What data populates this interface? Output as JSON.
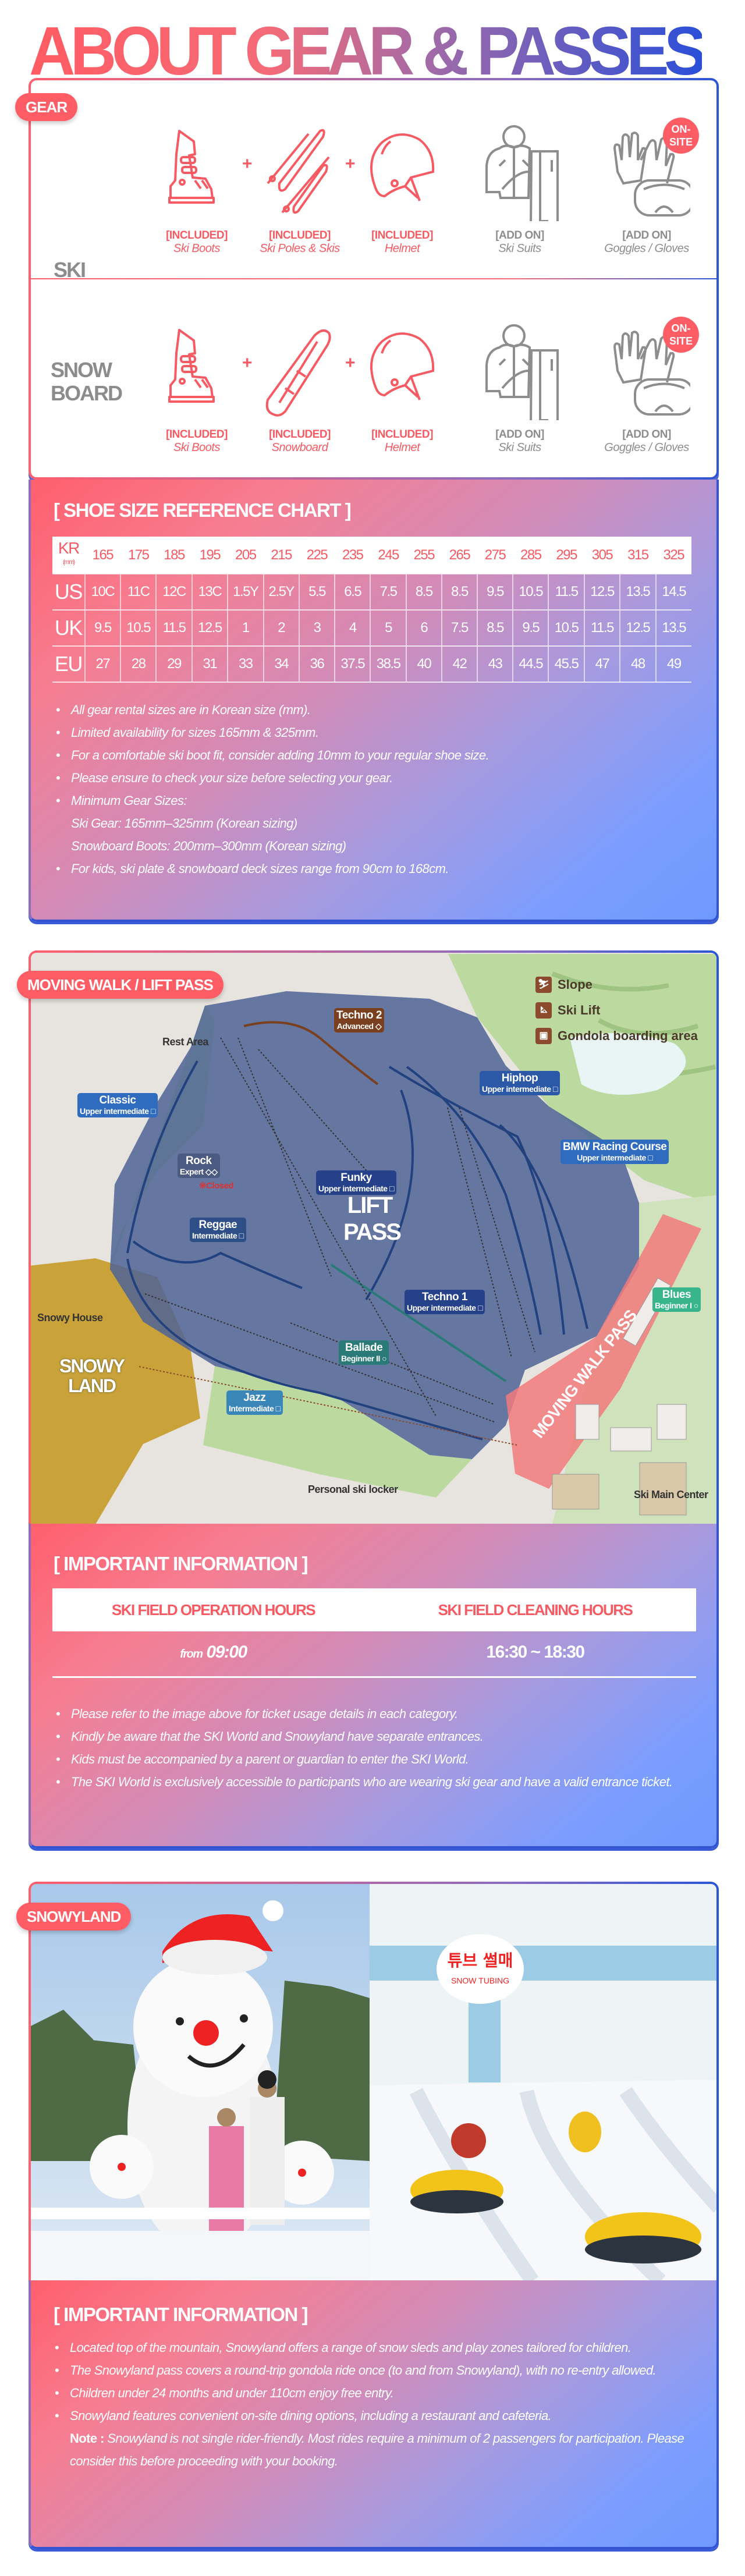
{
  "title": "ABOUT GEAR & PASSES",
  "gear": {
    "badge": "GEAR",
    "rows": [
      {
        "label": "SKI",
        "items": [
          {
            "icon": "ski-boots-icon",
            "tag": "[INCLUDED]",
            "name": "Ski Boots",
            "type": "included"
          },
          {
            "icon": "ski-poles-skis-icon",
            "tag": "[INCLUDED]",
            "name": "Ski Poles & Skis",
            "type": "included"
          },
          {
            "icon": "helmet-icon",
            "tag": "[INCLUDED]",
            "name": "Helmet",
            "type": "included"
          },
          {
            "icon": "ski-suit-icon",
            "tag": "[ADD ON]",
            "name": "Ski Suits",
            "type": "addon"
          },
          {
            "icon": "goggles-gloves-icon",
            "tag": "[ADD ON]",
            "name": "Goggles / Gloves",
            "type": "addon",
            "badge": "ON-SITE"
          }
        ]
      },
      {
        "label_line1": "SNOW",
        "label_line2": "BOARD",
        "items": [
          {
            "icon": "ski-boots-icon",
            "tag": "[INCLUDED]",
            "name": "Ski Boots",
            "type": "included"
          },
          {
            "icon": "snowboard-icon",
            "tag": "[INCLUDED]",
            "name": "Snowboard",
            "type": "included"
          },
          {
            "icon": "helmet-icon",
            "tag": "[INCLUDED]",
            "name": "Helmet",
            "type": "included"
          },
          {
            "icon": "ski-suit-icon",
            "tag": "[ADD ON]",
            "name": "Ski Suits",
            "type": "addon"
          },
          {
            "icon": "goggles-gloves-icon",
            "tag": "[ADD ON]",
            "name": "Goggles / Gloves",
            "type": "addon",
            "badge": "ON-SITE"
          }
        ]
      }
    ],
    "plus": "+"
  },
  "shoe_chart": {
    "title": "[ SHOE SIZE REFERENCE CHART ]",
    "kr_label": "KR",
    "kr_unit": "(mm)",
    "kr": [
      "165",
      "175",
      "185",
      "195",
      "205",
      "215",
      "225",
      "235",
      "245",
      "255",
      "265",
      "275",
      "285",
      "295",
      "305",
      "315",
      "325"
    ],
    "rows": [
      {
        "label": "US",
        "values": [
          "10C",
          "11C",
          "12C",
          "13C",
          "1.5Y",
          "2.5Y",
          "5.5",
          "6.5",
          "7.5",
          "8.5",
          "8.5",
          "9.5",
          "10.5",
          "11.5",
          "12.5",
          "13.5",
          "14.5"
        ]
      },
      {
        "label": "UK",
        "values": [
          "9.5",
          "10.5",
          "11.5",
          "12.5",
          "1",
          "2",
          "3",
          "4",
          "5",
          "6",
          "7.5",
          "8.5",
          "9.5",
          "10.5",
          "11.5",
          "12.5",
          "13.5"
        ]
      },
      {
        "label": "EU",
        "values": [
          "27",
          "28",
          "29",
          "31",
          "33",
          "34",
          "36",
          "37.5",
          "38.5",
          "40",
          "42",
          "43",
          "44.5",
          "45.5",
          "47",
          "48",
          "49"
        ]
      }
    ],
    "notes": [
      "All gear rental sizes are in Korean size (mm).",
      "Limited availability for sizes 165mm & 325mm.",
      "For a comfortable ski boot fit, consider adding 10mm to your regular shoe size.",
      "Please ensure to check your size before selecting your gear.",
      "Minimum Gear Sizes:"
    ],
    "sub_notes": [
      "Ski Gear: 165mm–325mm (Korean sizing)",
      "Snowboard Boots: 200mm–300mm (Korean sizing)"
    ],
    "last_note": "For kids, ski plate & snowboard deck sizes range from 90cm to 168cm."
  },
  "map": {
    "badge": "MOVING WALK / LIFT PASS",
    "legend": [
      {
        "icon": "slope-icon",
        "label": "Slope"
      },
      {
        "icon": "ski-lift-icon",
        "label": "Ski Lift"
      },
      {
        "icon": "gondola-icon",
        "label": "Gondola boarding area"
      }
    ],
    "slopes": [
      {
        "name": "Techno 2",
        "level": "Advanced ◇",
        "color": "#7a3f1e"
      },
      {
        "name": "Hiphop",
        "level": "Upper intermediate □",
        "color": "#2c58a8"
      },
      {
        "name": "Classic",
        "level": "Upper intermediate □",
        "color": "#2f6cc0"
      },
      {
        "name": "BMW Racing Course",
        "level": "Upper intermediate □",
        "color": "#2f6cc0"
      },
      {
        "name": "Rock",
        "level": "Expert ◇◇",
        "color": "#4b5a80"
      },
      {
        "name": "Funky",
        "level": "Upper intermediate □",
        "color": "#24418a"
      },
      {
        "name": "Reggae",
        "level": "Intermediate □",
        "color": "#2d4e86"
      },
      {
        "name": "Techno 1",
        "level": "Upper intermediate □",
        "color": "#24418a"
      },
      {
        "name": "Blues",
        "level": "Beginner I ○",
        "color": "#38b58a"
      },
      {
        "name": "Ballade",
        "level": "Beginner II ○",
        "color": "#2a7b78"
      },
      {
        "name": "Jazz",
        "level": "Intermediate □",
        "color": "#3a86b8"
      }
    ],
    "closed": "※Closed",
    "lift_pass": "LIFT PASS",
    "moving_walk": "MOVING WALK PASS",
    "snowy_land": "SNOWY LAND",
    "places": {
      "rest_area": "Rest Area",
      "snowy_house": "Snowy House",
      "locker": "Personal ski locker",
      "main_center": "Ski Main Center"
    }
  },
  "ski_info": {
    "title": "[ IMPORTANT INFORMATION ]",
    "col1": "SKI FIELD OPERATION HOURS",
    "col2": "SKI FIELD CLEANING HOURS",
    "from": "from",
    "time1": "09:00",
    "time2": "16:30 ~ 18:30",
    "notes": [
      "Please refer to the image above for ticket usage details in each category.",
      "Kindly be aware that the SKI World and Snowyland have separate entrances.",
      "Kids must be accompanied by a parent or guardian to enter the SKI World.",
      "The SKI World is exclusively accessible to participants who are wearing ski gear and have a valid entrance ticket."
    ]
  },
  "snowyland": {
    "badge": "SNOWYLAND",
    "sign_kr": "튜브 썰매",
    "sign_en": "SNOW TUBING",
    "title": "[ IMPORTANT INFORMATION ]",
    "notes": [
      "Located top of the mountain, Snowyland offers a range of snow sleds and play zones tailored for children.",
      "The Snowyland pass covers a round-trip gondola ride once (to and from Snowyland), with no re-entry allowed.",
      "Children under 24 months and under 110cm enjoy free entry.",
      "Snowyland features convenient on-site dining options, including a restaurant and cafeteria."
    ],
    "note_label": "Note :",
    "note_text": "Snowyland is not single rider-friendly. Most rides require a minimum of 2 passengers for participation. Please consider this before proceeding with your booking."
  },
  "colors": {
    "accent": "#ff5d66",
    "addon": "#8d8d8d",
    "blue": "#3455d2"
  }
}
